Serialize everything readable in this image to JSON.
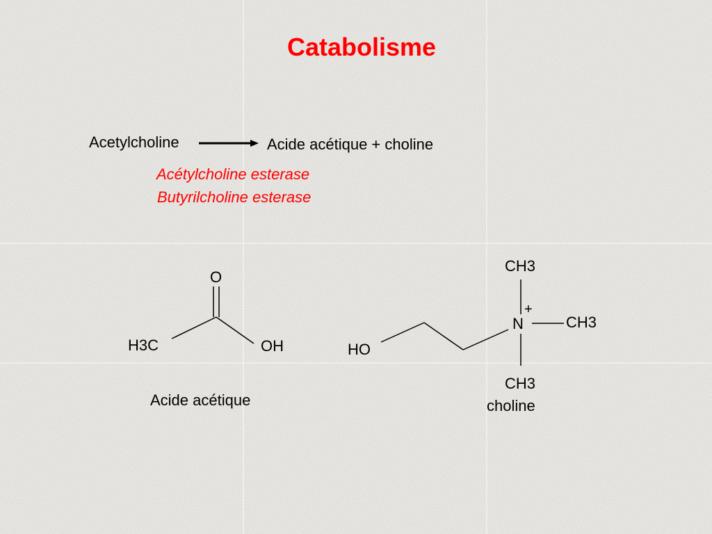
{
  "title": "Catabolisme",
  "reaction": {
    "reactant": "Acetylcholine",
    "products": "Acide acétique + choline",
    "enzymes": [
      "Acétylcholine esterase",
      "Butyrilcholine esterase"
    ]
  },
  "acetic_acid": {
    "atoms": {
      "carbonyl_o": "O",
      "methyl": "H3C",
      "hydroxyl": "OH"
    },
    "caption": "Acide acétique"
  },
  "choline": {
    "atoms": {
      "hydroxyl": "HO",
      "nitrogen": "N",
      "charge": "+",
      "methyl_top": "CH3",
      "methyl_right": "CH3",
      "methyl_bottom": "CH3"
    },
    "caption": "choline"
  },
  "colors": {
    "title": "#ff0000",
    "enzymes": "#ff0000",
    "text": "#000000",
    "background": "#e9e8e4"
  }
}
